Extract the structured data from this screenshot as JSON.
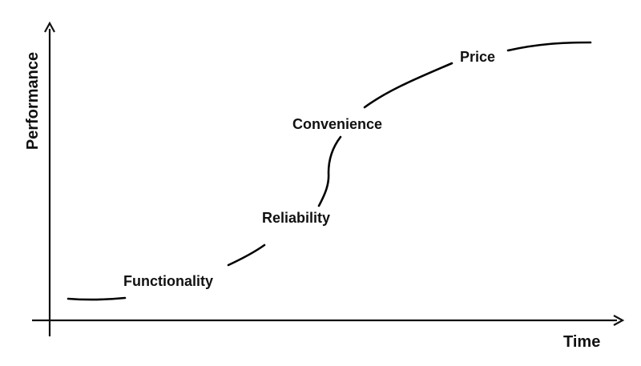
{
  "diagram": {
    "axes": {
      "x_label": "Time",
      "y_label": "Performance"
    },
    "stages": [
      {
        "label": "Functionality"
      },
      {
        "label": "Reliability"
      },
      {
        "label": "Convenience"
      },
      {
        "label": "Price"
      }
    ]
  }
}
